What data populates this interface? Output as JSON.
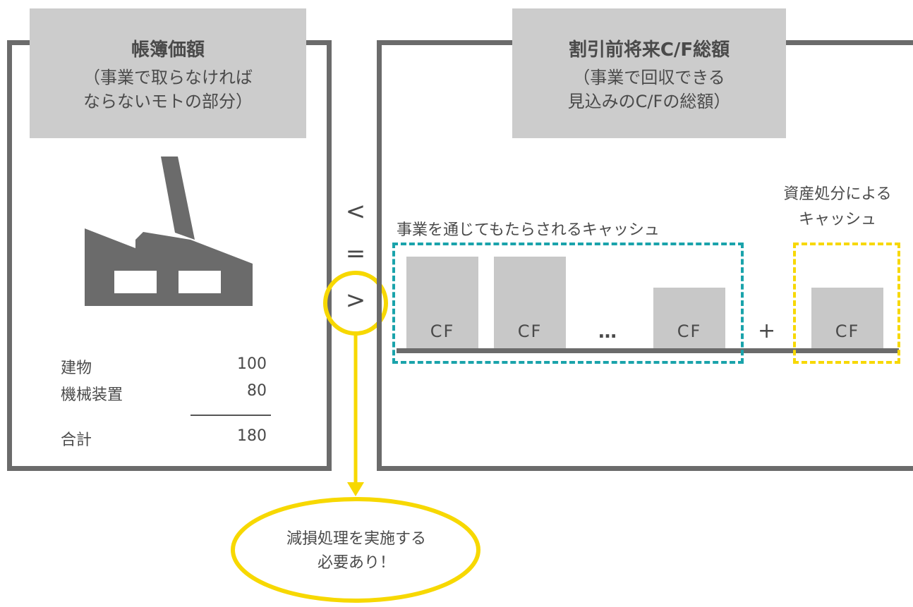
{
  "left_panel": {
    "title": "帳簿価額",
    "subtitle": "（事業で取らなければ\nならないモトの部分）",
    "icon": "factory-icon",
    "rows": [
      {
        "label": "建物",
        "value": "100"
      },
      {
        "label": "機械装置",
        "value": "80"
      }
    ],
    "total": {
      "label": "合計",
      "value": "180"
    }
  },
  "comparison": {
    "less": "<",
    "equal": "=",
    "greater": ">"
  },
  "right_panel": {
    "title": "割引前将来C/F総額",
    "subtitle": "（事業で回収できる\n見込みのC/Fの総額）",
    "business_cash_label": "事業を通じてもたらされるキャッシュ",
    "disposal_cash_label": "資産処分による\nキャッシュ",
    "cf_labels": [
      "CF",
      "CF",
      "CF",
      "CF"
    ],
    "ellipsis": "…",
    "plus": "+"
  },
  "conclusion": "減損処理を実施する\n必要あり！",
  "colors": {
    "frame": "#6b6b6b",
    "header": "#cccccc",
    "teal": "#1aa3ab",
    "yellow": "#f7d800",
    "bar": "#c8c8c8"
  }
}
